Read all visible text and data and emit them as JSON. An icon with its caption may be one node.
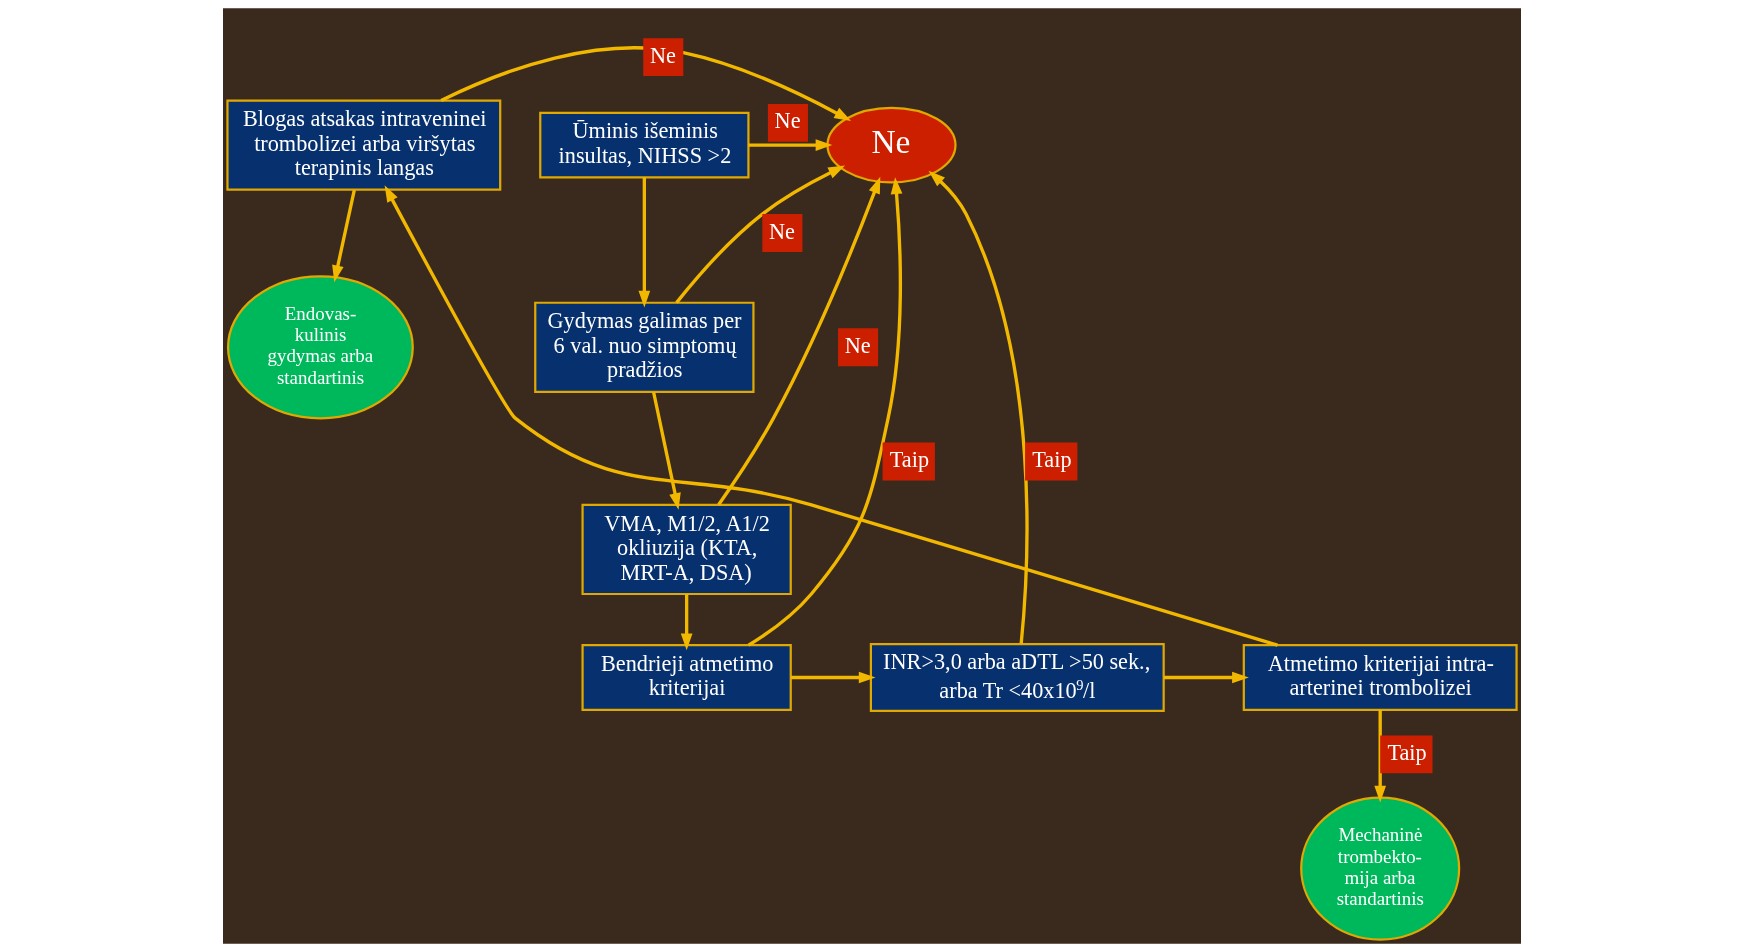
{
  "diagram": {
    "nodes": [
      {
        "text": [
          "Ūminis išeminis insultas, NIHSS >2"
        ]
      },
      {
        "text": [
          "Ne"
        ]
      },
      {
        "text": [
          "Blogas atsakas intraveninei trombolizei arba viršytas terapinis langas"
        ]
      },
      {
        "text": [
          "Gydymas galimas per 6 val. nuo simptomų pradžios"
        ]
      },
      {
        "text": [
          "Endovas- kulinis gydymas arba standartinis"
        ]
      },
      {
        "text": [
          "Mechaninė trombekto- mija arba standartinis"
        ]
      },
      {
        "text": [
          "VMA, M1/2, A1/2 okliuzija (KTA, MRT-A, DSA)"
        ]
      },
      {
        "text": [
          "Bendrieji atmetimo kriterijai"
        ]
      },
      {
        "text": [
          "INR>3,0 arba aDTL >50 sek., arba Tr <40x10$^{9}$/l"
        ]
      },
      {
        "text": [
          "Atmetimo kriterijai intra- arterinei trombolizei"
        ]
      }
    ],
    "edges": [
      {
        "from": 0,
        "to": 1,
        "arrow": "to",
        "label": "Ne"
      },
      {
        "from": 0,
        "to": 3,
        "arrow": "to"
      },
      {
        "from": 2,
        "to": 1,
        "arrow": "to",
        "label": "Ne"
      },
      {
        "from": 3,
        "to": 1,
        "arrow": "to",
        "label": "Ne"
      },
      {
        "from": 3,
        "to": 6,
        "arrow": "to"
      },
      {
        "from": 6,
        "to": 1,
        "arrow": "to",
        "label": "Ne"
      },
      {
        "from": 6,
        "to": 7,
        "arrow": "to"
      },
      {
        "from": 7,
        "to": 1,
        "arrow": "to",
        "label": "Taip"
      },
      {
        "from": 7,
        "to": 8,
        "arrow": "to"
      },
      {
        "from": 8,
        "to": 1,
        "arrow": "to",
        "label": "Taip"
      },
      {
        "from": 8,
        "to": 9,
        "arrow": "to"
      },
      {
        "from": 9,
        "to": 5,
        "arrow": "to",
        "label": "Taip"
      },
      {
        "from": 9,
        "to": 2,
        "arrow": "to"
      },
      {
        "from": 2,
        "to": 4,
        "arrow": "to"
      }
    ]
  }
}
